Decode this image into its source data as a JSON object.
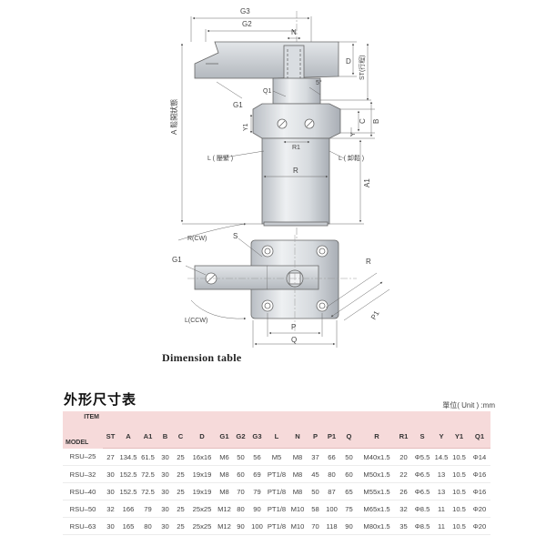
{
  "labels": {
    "g3": "G3",
    "g2": "G2",
    "n": "N",
    "d": "D",
    "st": "ST(行程)",
    "q1": "Q1",
    "angle": "5°",
    "g1": "G1",
    "y1": "Y1",
    "c": "C",
    "b": "B",
    "y": "Y",
    "r1": "R1",
    "a_total": "A 鬆開狀態",
    "l_clamp": "L ( 壓緊 )",
    "l_release": "L ( 卸鬆 )",
    "r": "R",
    "a1": "A1",
    "r_cw": "R(CW)",
    "s": "S",
    "g1_plan": "G1",
    "l_ccw": "L(CCW)",
    "p": "P",
    "q": "Q",
    "p1": "P1",
    "r_plan": "R"
  },
  "caption": "Dimension table",
  "table_title": "外形尺寸表",
  "unit_note": "單位( Unit ) :mm",
  "table": {
    "corner_item": "ITEM",
    "corner_model": "MODEL",
    "headers": [
      "ST",
      "A",
      "A1",
      "B",
      "C",
      "D",
      "G1",
      "G2",
      "G3",
      "L",
      "N",
      "P",
      "P1",
      "Q",
      "R",
      "R1",
      "S",
      "Y",
      "Y1",
      "Q1"
    ],
    "rows": [
      [
        "RSU–25",
        "27",
        "134.5",
        "61.5",
        "30",
        "25",
        "16x16",
        "M6",
        "50",
        "56",
        "M5",
        "M8",
        "37",
        "66",
        "50",
        "M40x1.5",
        "20",
        "Φ5.5",
        "14.5",
        "10.5",
        "Φ14"
      ],
      [
        "RSU–32",
        "30",
        "152.5",
        "72.5",
        "30",
        "25",
        "19x19",
        "M8",
        "60",
        "69",
        "PT1/8",
        "M8",
        "45",
        "80",
        "60",
        "M50x1.5",
        "22",
        "Φ6.5",
        "13",
        "10.5",
        "Φ16"
      ],
      [
        "RSU–40",
        "30",
        "152.5",
        "72.5",
        "30",
        "25",
        "19x19",
        "M8",
        "70",
        "79",
        "PT1/8",
        "M8",
        "50",
        "87",
        "65",
        "M55x1.5",
        "26",
        "Φ6.5",
        "13",
        "10.5",
        "Φ16"
      ],
      [
        "RSU–50",
        "32",
        "166",
        "79",
        "30",
        "25",
        "25x25",
        "M12",
        "80",
        "90",
        "PT1/8",
        "M10",
        "58",
        "100",
        "75",
        "M65x1.5",
        "32",
        "Φ8.5",
        "11",
        "10.5",
        "Φ20"
      ],
      [
        "RSU–63",
        "30",
        "165",
        "80",
        "30",
        "25",
        "25x25",
        "M12",
        "90",
        "100",
        "PT1/8",
        "M10",
        "70",
        "118",
        "90",
        "M80x1.5",
        "35",
        "Φ8.5",
        "11",
        "10.5",
        "Φ20"
      ]
    ]
  }
}
